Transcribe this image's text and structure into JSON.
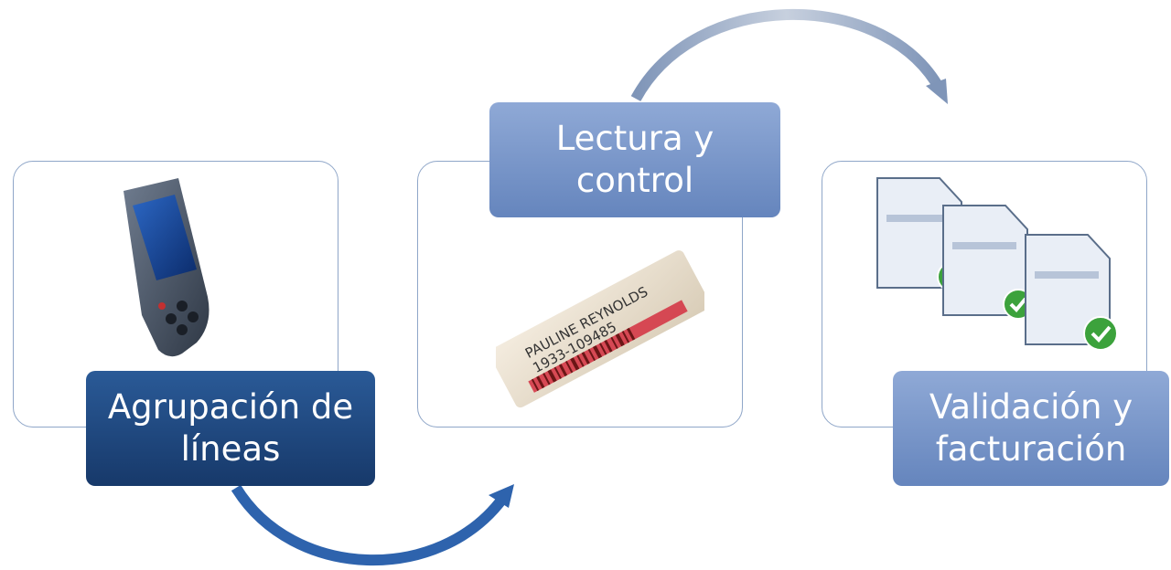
{
  "steps": [
    {
      "line1": "Agrupación de",
      "line2": "líneas",
      "icon": "handheld-scanner"
    },
    {
      "line1": "Lectura y",
      "line2": "control",
      "icon": "barcode-label"
    },
    {
      "line1": "Validación y",
      "line2": "facturación",
      "icon": "validated-documents"
    }
  ],
  "label_tag": {
    "name": "PAULINE REYNOLDS",
    "code": "1933-109485"
  },
  "colors": {
    "dark_blue": "#1f4a85",
    "light_blue": "#7b98cb",
    "border": "#8fa6c8",
    "arrow_dark": "#2e63ad",
    "arrow_light": "#a8b7d0"
  }
}
